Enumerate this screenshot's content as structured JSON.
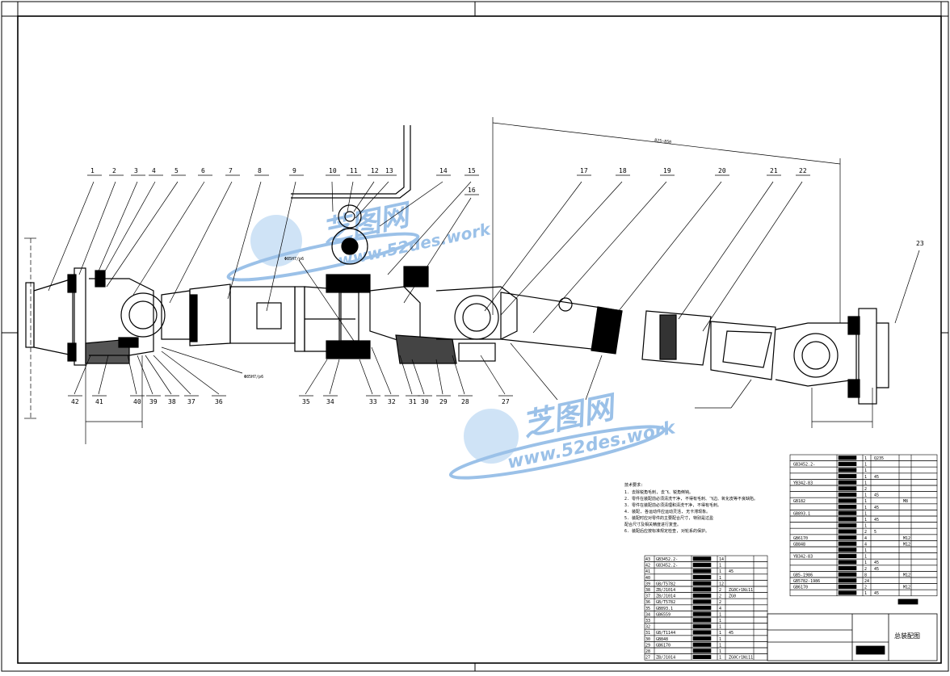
{
  "drawing": {
    "balloons_top": [
      "1",
      "2",
      "3",
      "4",
      "5",
      "6",
      "7",
      "8",
      "9",
      "10",
      "11",
      "12",
      "13",
      "14",
      "15",
      "16",
      "17",
      "18",
      "19",
      "20",
      "21",
      "22"
    ],
    "balloons_bottom": [
      "42",
      "41",
      "40",
      "39",
      "38",
      "37",
      "36",
      "35",
      "34",
      "33",
      "32",
      "31",
      "30",
      "29",
      "28",
      "27"
    ],
    "balloon_right": "23",
    "fit_note_1": "Φ85H7/p6",
    "fit_note_2": "Φ85H7/p6",
    "dim_top": "825~850",
    "technical_requirements_title": "技术要求:",
    "technical_requirements": [
      "1. 去除锐角毛刺, 去飞、锐角倒钝。",
      "2. 零件在装配前必须清洗干净, 不得有毛刺、飞边、氧化皮等不良缺陷。",
      "3. 零件在装配前必须清理和清洗干净, 不得有毛刺。",
      "4. 装配, 各运动件应运动灵活, 无卡滞现象。",
      "5. 装配时应对零件的主要配合尺寸, 特别是过盈",
      "配合尺寸及相关精度进行复查。",
      "6. 装配后应按标准规定检查, 对轮系的保护。"
    ],
    "title_block_label": "总装配图"
  },
  "bom_left": {
    "rows": [
      {
        "no": "43",
        "code": "GB3452.2-",
        "qty": "14",
        "mat": "",
        "note": ""
      },
      {
        "no": "42",
        "code": "GB3452.2-",
        "qty": "1",
        "mat": "",
        "note": ""
      },
      {
        "no": "41",
        "code": "",
        "qty": "1",
        "mat": "45",
        "note": ""
      },
      {
        "no": "40",
        "code": "",
        "qty": "1",
        "mat": "",
        "note": ""
      },
      {
        "no": "39",
        "code": "GB/T5782",
        "qty": "12",
        "mat": "",
        "note": ""
      },
      {
        "no": "38",
        "code": "ZB/J1014",
        "qty": "2",
        "mat": "ZG0Cr1Ni11",
        "note": ""
      },
      {
        "no": "37",
        "code": "ZB/J1014",
        "qty": "2",
        "mat": "ZG0",
        "note": ""
      },
      {
        "no": "36",
        "code": "GB/T5782",
        "qty": "2",
        "mat": "",
        "note": ""
      },
      {
        "no": "35",
        "code": "GB893.1",
        "qty": "4",
        "mat": "",
        "note": ""
      },
      {
        "no": "34",
        "code": "GB6559",
        "qty": "1",
        "mat": "",
        "note": ""
      },
      {
        "no": "33",
        "code": "",
        "qty": "1",
        "mat": "",
        "note": ""
      },
      {
        "no": "32",
        "code": "",
        "qty": "1",
        "mat": "",
        "note": ""
      },
      {
        "no": "31",
        "code": "GB/T1144",
        "qty": "1",
        "mat": "45",
        "note": ""
      },
      {
        "no": "30",
        "code": "GB848",
        "qty": "1",
        "mat": "",
        "note": ""
      },
      {
        "no": "29",
        "code": "GB6170",
        "qty": "1",
        "mat": "",
        "note": ""
      },
      {
        "no": "28",
        "code": "",
        "qty": "1",
        "mat": "",
        "note": ""
      },
      {
        "no": "27",
        "code": "ZB/J1014",
        "qty": "1",
        "mat": "ZG0Cr1Ni11",
        "note": ""
      }
    ]
  },
  "bom_right": {
    "rows": [
      {
        "code": "",
        "qty": "1",
        "mat": "Q235",
        "note": ""
      },
      {
        "code": "GB3452.2-",
        "qty": "1",
        "mat": "",
        "note": ""
      },
      {
        "code": "",
        "qty": "1",
        "mat": "",
        "note": ""
      },
      {
        "code": "",
        "qty": "1",
        "mat": "45",
        "note": ""
      },
      {
        "code": "YB342-83",
        "qty": "1",
        "mat": "",
        "note": ""
      },
      {
        "code": "",
        "qty": "2",
        "mat": "",
        "note": ""
      },
      {
        "code": "",
        "qty": "1",
        "mat": "45",
        "note": ""
      },
      {
        "code": "GB182",
        "qty": "1",
        "mat": "",
        "note": "M8"
      },
      {
        "code": "",
        "qty": "1",
        "mat": "45",
        "note": ""
      },
      {
        "code": "GB893.1",
        "qty": "1",
        "mat": "",
        "note": ""
      },
      {
        "code": "",
        "qty": "1",
        "mat": "45",
        "note": ""
      },
      {
        "code": "",
        "qty": "1",
        "mat": "",
        "note": ""
      },
      {
        "code": "",
        "qty": "2",
        "mat": "5",
        "note": ""
      },
      {
        "code": "GB6170",
        "qty": "4",
        "mat": "",
        "note": "M12"
      },
      {
        "code": "GB848",
        "qty": "4",
        "mat": "",
        "note": "M12"
      },
      {
        "code": "",
        "qty": "1",
        "mat": "",
        "note": ""
      },
      {
        "code": "YB342-83",
        "qty": "1",
        "mat": "",
        "note": ""
      },
      {
        "code": "",
        "qty": "1",
        "mat": "45",
        "note": ""
      },
      {
        "code": "",
        "qty": "2",
        "mat": "45",
        "note": ""
      },
      {
        "code": "GB5-1986",
        "qty": "8",
        "mat": "",
        "note": "M12"
      },
      {
        "code": "GB5782-1986",
        "qty": "24",
        "mat": "",
        "note": ""
      },
      {
        "code": "GB6170",
        "qty": "2",
        "mat": "",
        "note": "M12"
      },
      {
        "code": "",
        "qty": "1",
        "mat": "45",
        "note": ""
      }
    ]
  },
  "watermark": {
    "brand_cn": "芝图网",
    "site": "www.52des.work"
  },
  "colors": {
    "line": "#000000",
    "watermark_blue": "#4a8fd6",
    "watermark_light": "#a9cdf0"
  }
}
